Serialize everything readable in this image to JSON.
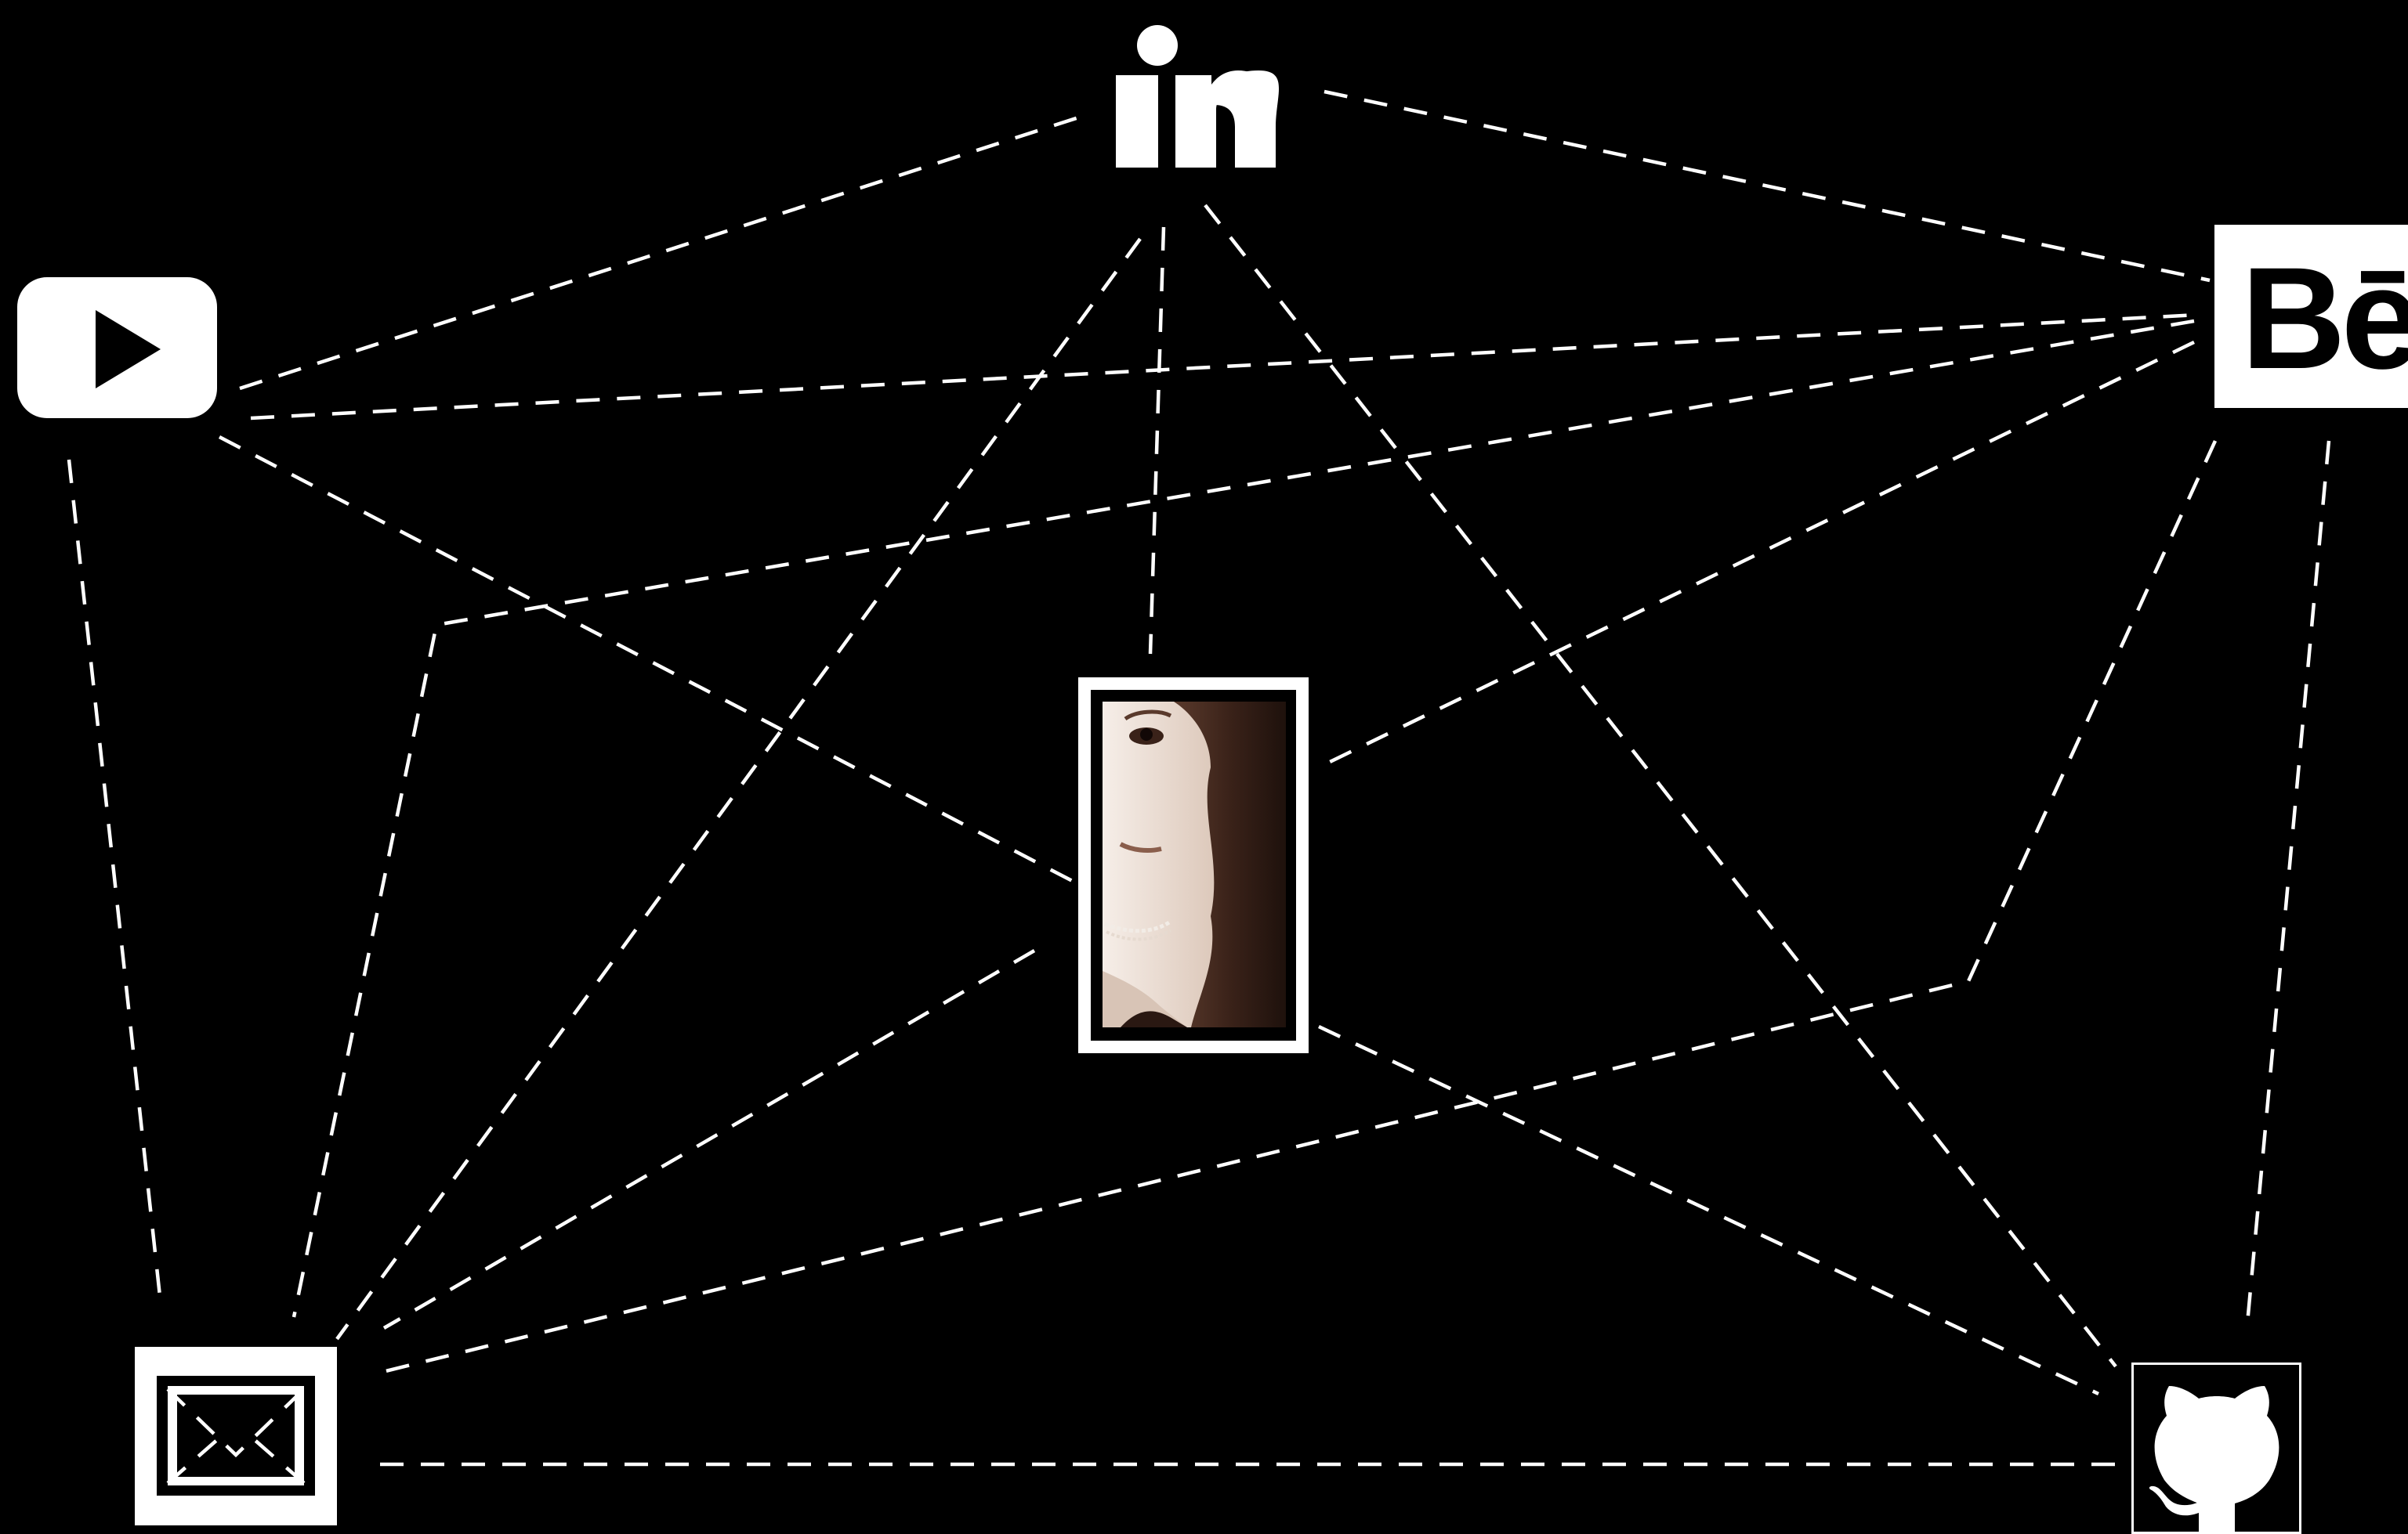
{
  "network": {
    "nodes": {
      "linkedin": {
        "label": "in",
        "icon": "linkedin-icon"
      },
      "youtube": {
        "icon": "youtube-icon"
      },
      "behance": {
        "label": "Bē",
        "icon": "behance-icon"
      },
      "profile": {
        "icon": "profile-photo"
      },
      "email": {
        "icon": "mail-icon"
      },
      "github": {
        "icon": "github-icon"
      }
    }
  },
  "colors": {
    "background": "#000000",
    "foreground": "#ffffff",
    "photo_tone_dark": "#2a1812",
    "photo_tone_mid": "#7a5a4a",
    "photo_tone_light": "#e8dcd2"
  }
}
